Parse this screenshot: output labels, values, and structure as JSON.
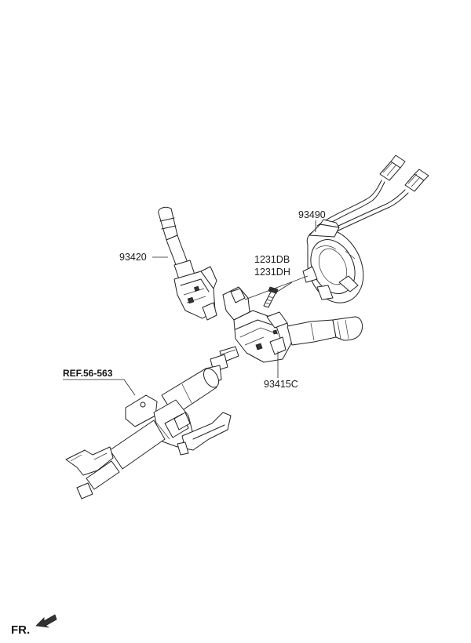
{
  "parts": {
    "part_93490": "93490",
    "part_93420": "93420",
    "part_1231DB": "1231DB",
    "part_1231DH": "1231DH",
    "part_93415C": "93415C"
  },
  "reference": "REF.56-563",
  "direction": "FR.",
  "colors": {
    "line": "#222222",
    "background": "#ffffff"
  }
}
